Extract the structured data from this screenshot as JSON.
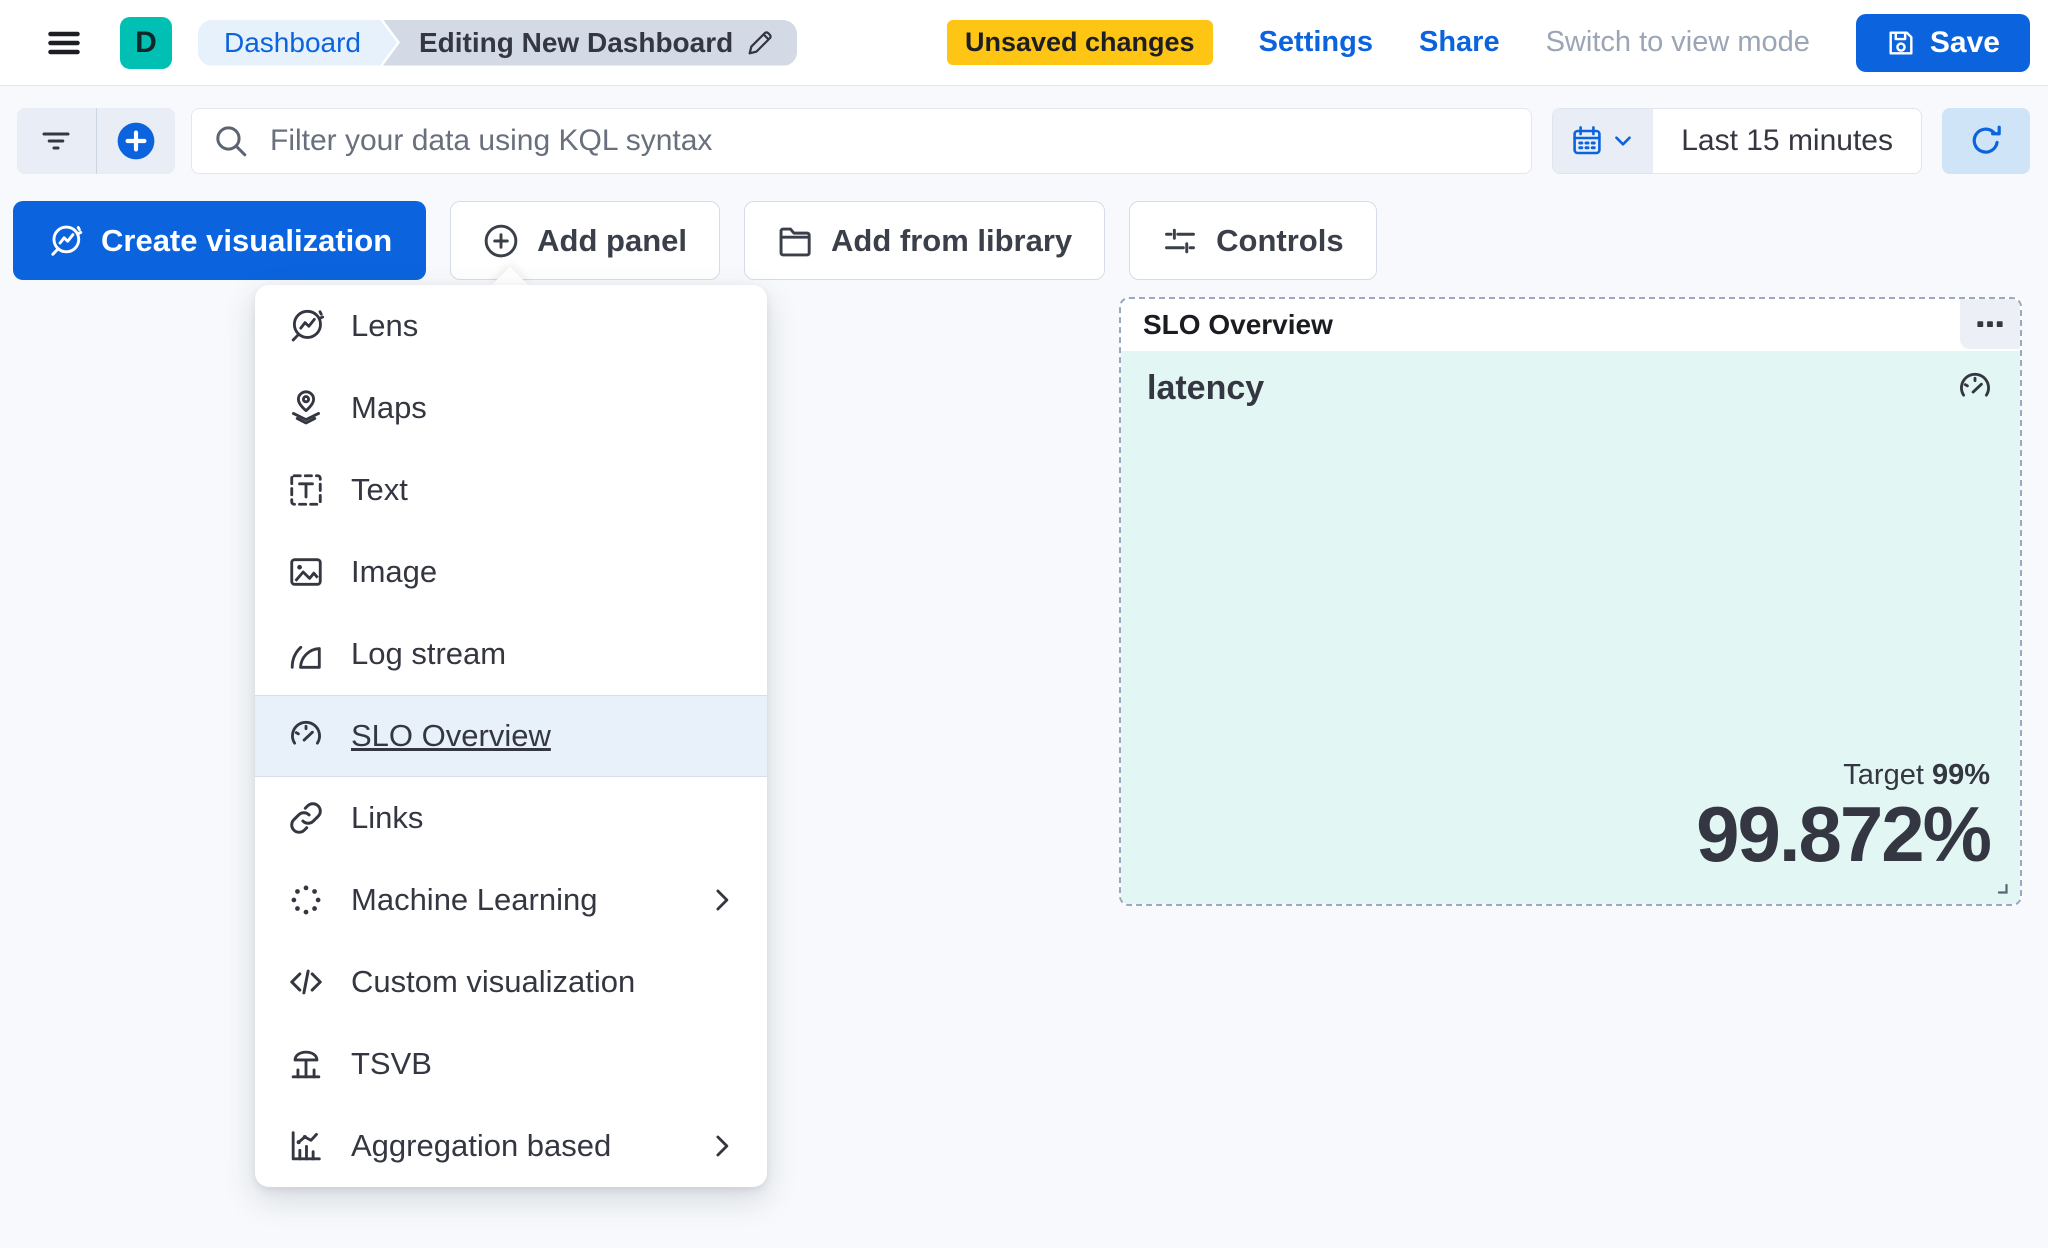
{
  "header": {
    "app_initial": "D",
    "breadcrumbs": [
      {
        "label": "Dashboard"
      },
      {
        "label": "Editing New Dashboard"
      }
    ],
    "unsaved_badge": "Unsaved changes",
    "settings_label": "Settings",
    "share_label": "Share",
    "view_mode_label": "Switch to view mode",
    "save_label": "Save"
  },
  "filter_bar": {
    "search_placeholder": "Filter your data using KQL syntax",
    "time_range": "Last 15 minutes"
  },
  "toolbar": {
    "create_visualization_label": "Create visualization",
    "add_panel_label": "Add panel",
    "add_from_library_label": "Add from library",
    "controls_label": "Controls"
  },
  "add_panel_menu": {
    "items": [
      {
        "label": "Lens",
        "icon": "lens"
      },
      {
        "label": "Maps",
        "icon": "maps"
      },
      {
        "label": "Text",
        "icon": "text"
      },
      {
        "label": "Image",
        "icon": "image"
      },
      {
        "label": "Log stream",
        "icon": "log-stream"
      },
      {
        "label": "SLO Overview",
        "icon": "slo-gauge",
        "selected": true
      },
      {
        "label": "Links",
        "icon": "links"
      },
      {
        "label": "Machine Learning",
        "icon": "machine-learning",
        "has_submenu": true
      },
      {
        "label": "Custom visualization",
        "icon": "code"
      },
      {
        "label": "TSVB",
        "icon": "tsvb"
      },
      {
        "label": "Aggregation based",
        "icon": "aggregation",
        "has_submenu": true
      }
    ]
  },
  "slo_panel": {
    "title": "SLO Overview",
    "metric_title": "latency",
    "target_label": "Target",
    "target_value": "99%",
    "value": "99.872%"
  },
  "colors": {
    "primary": "#0b64dd",
    "warning_badge": "#fec514",
    "deployment_badge": "#00bfb3",
    "panel_background": "#e2f6f3",
    "menu_highlight": "#e8f0fa",
    "text": "#343741",
    "disabled_text": "#9aa5b5"
  }
}
